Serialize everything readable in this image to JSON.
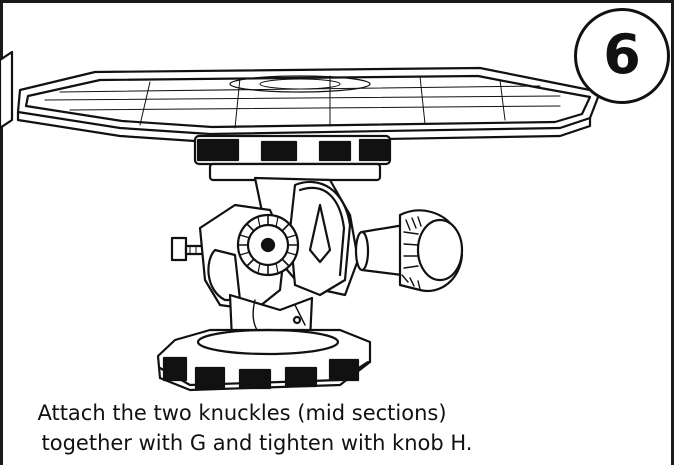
{
  "step": {
    "number": "6"
  },
  "instruction": {
    "line1": "Attach the two knuckles (mid sections)",
    "line2": "together with G and tighten with knob H."
  },
  "illustration": {
    "subject": "transducer-mount-assembly",
    "stroke_color": "#111111",
    "fill_color": "#ffffff"
  }
}
